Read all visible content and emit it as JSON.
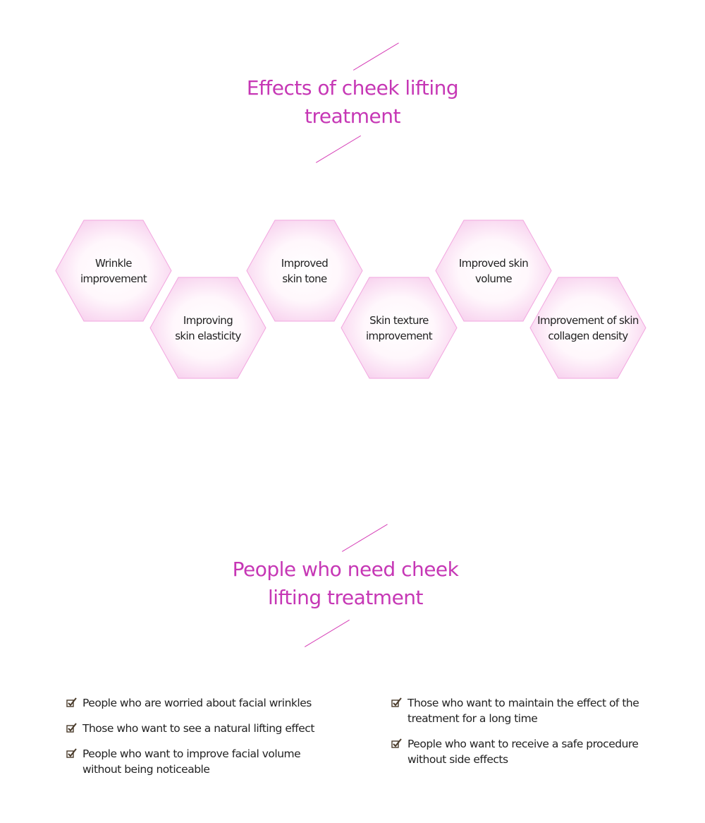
{
  "effects": {
    "title_line1": "Effects of cheek lifting",
    "title_line2": "treatment",
    "items": [
      {
        "line1": "Wrinkle",
        "line2": "improvement"
      },
      {
        "line1": "Improving",
        "line2": "skin elasticity"
      },
      {
        "line1": "Improved",
        "line2": "skin tone"
      },
      {
        "line1": "Skin texture",
        "line2": "improvement"
      },
      {
        "line1": "Improved skin",
        "line2": "volume"
      },
      {
        "line1": "Improvement of skin",
        "line2": "collagen density"
      }
    ]
  },
  "people": {
    "title_line1": "People who need cheek",
    "title_line2": "lifting treatment",
    "left_list": [
      {
        "line1": "People who are worried about facial wrinkles",
        "line2": ""
      },
      {
        "line1": "Those who want to see a natural lifting effect",
        "line2": ""
      },
      {
        "line1": "People who want to improve facial volume",
        "line2": "without being noticeable"
      }
    ],
    "right_list": [
      {
        "line1": "Those who want to maintain the effect of the",
        "line2": "treatment for a long time"
      },
      {
        "line1": "People who want to receive a safe procedure",
        "line2": "without side effects"
      }
    ]
  },
  "colors": {
    "accent": "#c637b5",
    "hex_border": "#f2a6df",
    "hex_fill_center": "#ffffff",
    "hex_fill_edge": "#f9d9f1"
  },
  "icons": {
    "check": "checkbox-check-icon",
    "decor": "diagonal-line"
  }
}
